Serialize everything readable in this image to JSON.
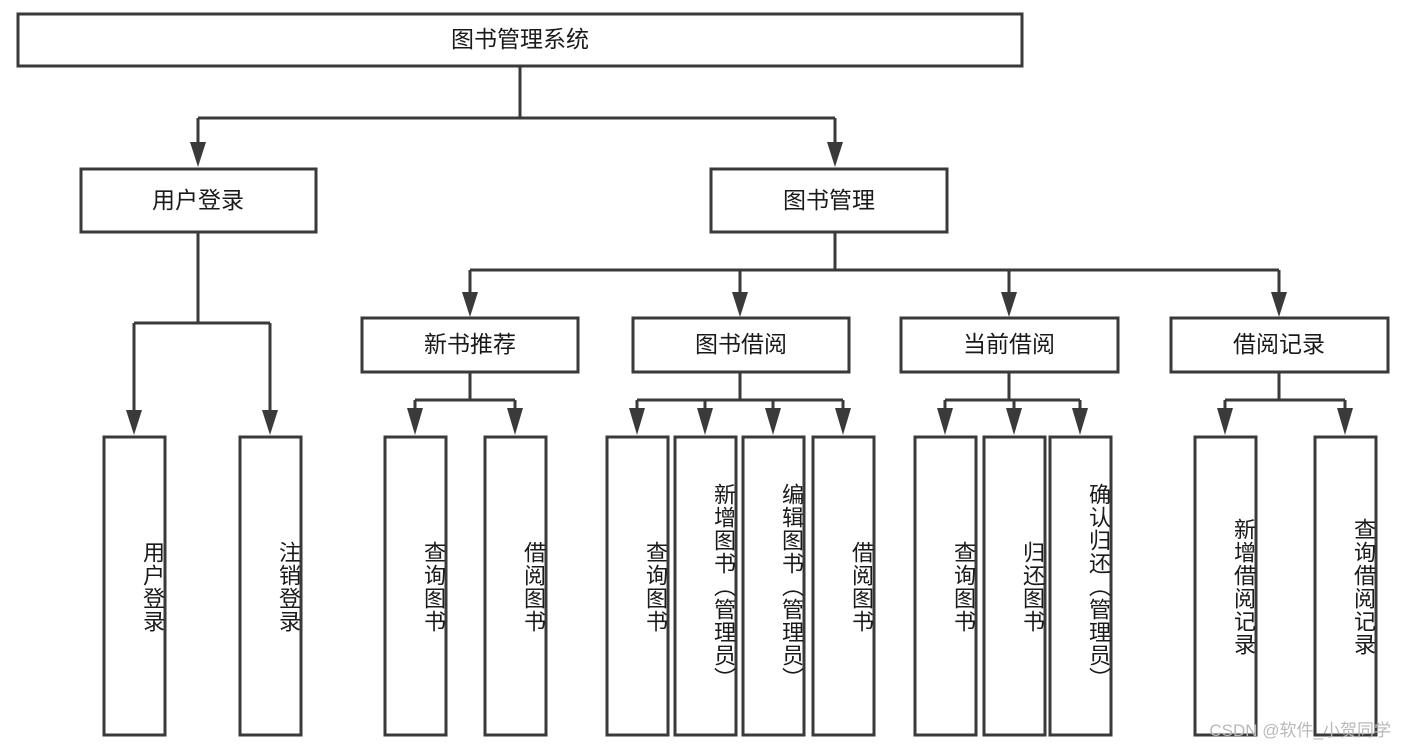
{
  "diagram": {
    "title": "图书管理系统",
    "type": "hierarchy-tree",
    "root": {
      "label": "图书管理系统",
      "orientation": "horizontal"
    },
    "level2": [
      {
        "label": "用户登录",
        "orientation": "horizontal"
      },
      {
        "label": "图书管理",
        "orientation": "horizontal"
      }
    ],
    "level3": [
      {
        "label": "新书推荐",
        "orientation": "horizontal",
        "parent": "图书管理"
      },
      {
        "label": "图书借阅",
        "orientation": "horizontal",
        "parent": "图书管理"
      },
      {
        "label": "当前借阅",
        "orientation": "horizontal",
        "parent": "图书管理"
      },
      {
        "label": "借阅记录",
        "orientation": "horizontal",
        "parent": "图书管理"
      }
    ],
    "leaves": {
      "user_login": [
        {
          "label": "用户登录",
          "orientation": "vertical"
        },
        {
          "label": "注销登录",
          "orientation": "vertical"
        }
      ],
      "new_book_recommend": [
        {
          "label": "查询图书",
          "orientation": "vertical"
        },
        {
          "label": "借阅图书",
          "orientation": "vertical"
        }
      ],
      "book_borrow": [
        {
          "label": "查询图书",
          "orientation": "vertical"
        },
        {
          "label": "新增图书（管理员）",
          "orientation": "vertical"
        },
        {
          "label": "编辑图书（管理员）",
          "orientation": "vertical"
        },
        {
          "label": "借阅图书",
          "orientation": "vertical"
        }
      ],
      "current_borrow": [
        {
          "label": "查询图书",
          "orientation": "vertical"
        },
        {
          "label": "归还图书",
          "orientation": "vertical"
        },
        {
          "label": "确认归还（管理员）",
          "orientation": "vertical"
        }
      ],
      "borrow_record": [
        {
          "label": "新增借阅记录",
          "orientation": "vertical"
        },
        {
          "label": "查询借阅记录",
          "orientation": "vertical"
        }
      ]
    },
    "colors": {
      "stroke": "#3a3a3a",
      "fill": "#ffffff",
      "text": "#1a1a1a",
      "watermark": "#b9b9b9"
    }
  },
  "watermark": {
    "text": "CSDN @软件_小贺同学"
  }
}
